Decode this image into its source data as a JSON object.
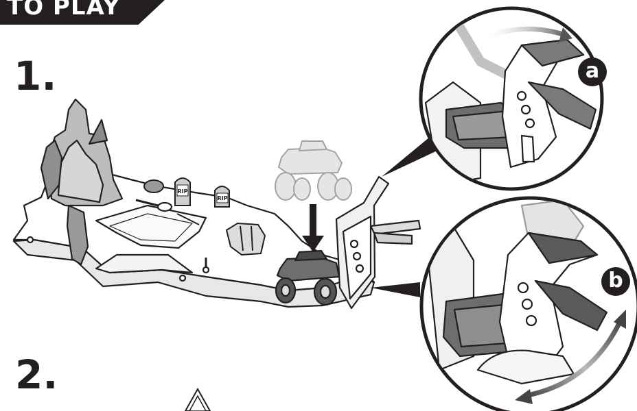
{
  "header": {
    "title": "TO PLAY"
  },
  "steps": [
    {
      "number": "1."
    },
    {
      "number": "2."
    }
  ],
  "callouts": [
    {
      "label": "a"
    },
    {
      "label": "b"
    }
  ],
  "playset": {
    "tombstone_1": "RIP",
    "tombstone_2": "RIP"
  },
  "colors": {
    "ink": "#231f20",
    "paper": "#ffffff",
    "shade": "#8a8a8a",
    "light_shade": "#c8c8c8",
    "arrow_gradient": "#9a9a9a"
  },
  "icons": [
    "down-arrow-icon",
    "curved-arrow-icon",
    "double-curved-arrow-icon",
    "warning-triangle-icon"
  ]
}
